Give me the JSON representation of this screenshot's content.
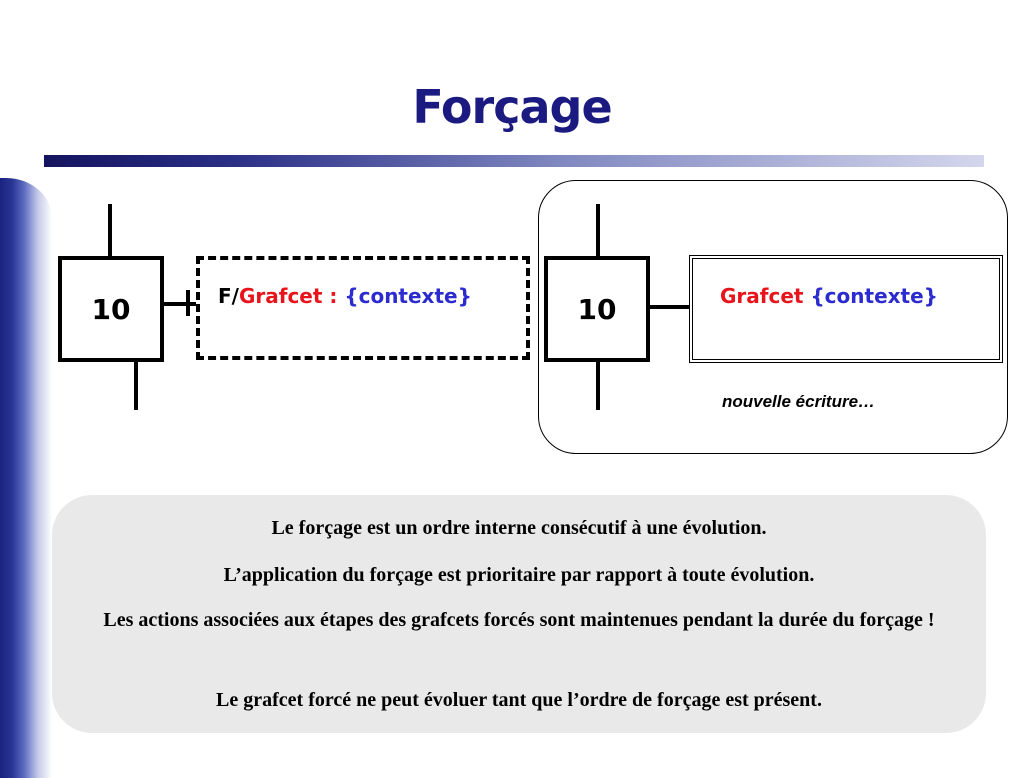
{
  "slide": {
    "title": "Forçage"
  },
  "diagram": {
    "left": {
      "step_number": "10",
      "action_prefix": "F/",
      "action_grafcet": "Grafcet :",
      "action_context": "{contexte}"
    },
    "right": {
      "step_number": "10",
      "action_grafcet": "Grafcet",
      "action_context": "{contexte}",
      "note": "nouvelle écriture…"
    }
  },
  "info": {
    "lines": [
      "Le forçage est un ordre interne consécutif à une évolution.",
      "L’application du forçage est prioritaire par rapport à toute évolution.",
      "Les actions associées aux étapes des grafcets forcés sont maintenues pendant la durée du forçage !",
      "Le grafcet forcé ne peut évoluer tant que l’ordre de forçage est présent."
    ]
  },
  "colors": {
    "title": "#1a1a80",
    "grafcet": "#e8141c",
    "contexte": "#2b2bd0",
    "panel": "#e9e9e9"
  }
}
